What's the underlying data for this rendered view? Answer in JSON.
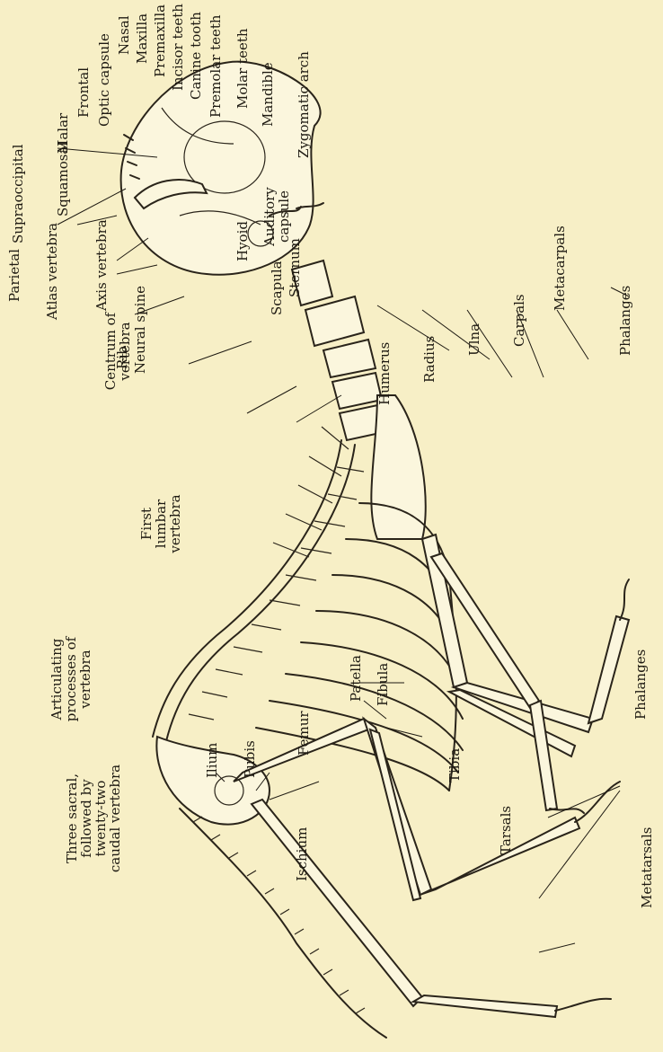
{
  "figure": {
    "labels": {
      "supraoccipital": "Supraoccipital",
      "parietal": "Parietal",
      "squamosal": "Squamosal",
      "malar": "Malar",
      "frontal": "Frontal",
      "optic_capsule": "Optic capsule",
      "nasal": "Nasal",
      "maxilla": "Maxilla",
      "premaxilla": "Premaxilla",
      "incisor_teeth": "Incisor teeth",
      "canine_tooth": "Canine tooth",
      "premolar_teeth": "Premolar teeth",
      "molar_teeth": "Molar teeth",
      "mandible": "Mandible",
      "zygomatic_arch": "Zygomatic arch",
      "auditory_capsule": "Auditory capsule",
      "hyoid": "Hyoid",
      "atlas_vertebra": "Atlas vertebra",
      "axis_vertebra": "Axis vertebra",
      "neural_spine": "Neural spine",
      "scapula": "Scapula",
      "sternum": "Sternum",
      "humerus": "Humerus",
      "radius": "Radius",
      "ulna": "Ulna",
      "carpals": "Carpals",
      "metacarpals": "Metacarpals",
      "phalanges_fore": "Phalanges",
      "centrum": "Centrum of vertebra",
      "rib": "Rib",
      "first_lumbar": "First lumbar vertebra",
      "articulating": "Articulating processes of vertebra",
      "patella": "Patella",
      "fibula": "Fibula",
      "femur": "Femur",
      "tibia": "Tibia",
      "ilium": "Ilium",
      "pubis": "Pubis",
      "ischium": "Ischium",
      "sacral": "Three sacral, followed by twenty-two caudal vertebra",
      "tarsals": "Tarsals",
      "metatarsals": "Metatarsals",
      "phalanges_hind": "Phalanges"
    }
  }
}
